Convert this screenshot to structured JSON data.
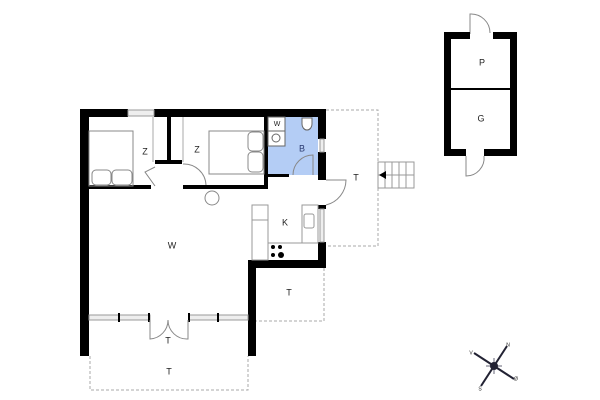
{
  "plan": {
    "rooms": {
      "bedroom_left": "Z",
      "bedroom_right": "Z",
      "washer": "W",
      "bathroom": "B",
      "living": "W",
      "kitchen": "K",
      "terrace_east": "T",
      "terrace_south_inner": "T",
      "terrace_south_outer": "T",
      "terrace_se": "T"
    },
    "annex": {
      "top": "P",
      "bottom": "G"
    },
    "compass": {
      "n": "N",
      "s": "S",
      "e": "Ø",
      "w": "V"
    },
    "colors": {
      "wall": "#000000",
      "bathroom_fill": "#b4cdf5",
      "line": "#888888",
      "dashed": "#aaaaaa"
    }
  }
}
